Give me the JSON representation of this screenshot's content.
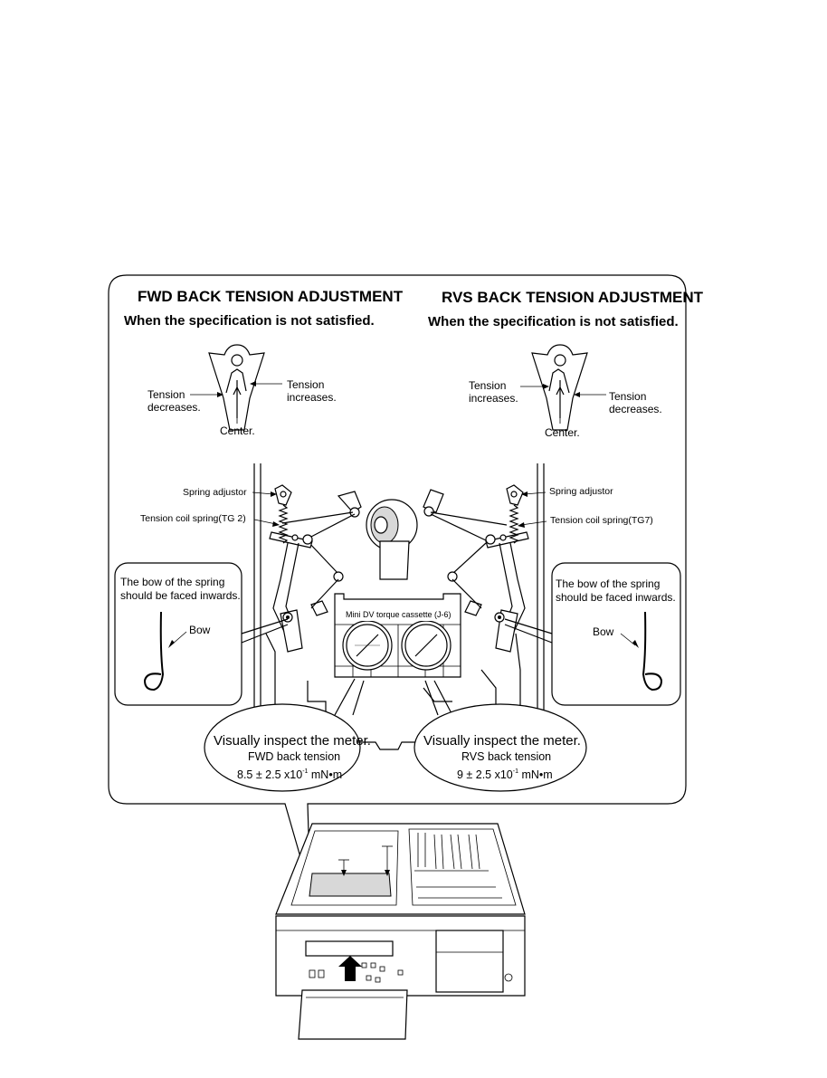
{
  "fwd": {
    "title": "FWD BACK TENSION ADJUSTMENT",
    "subtitle": "When the specification is not satisfied.",
    "label_decreases": "Tension\ndecreases.",
    "label_increases": "Tension\nincreases.",
    "label_center": "Center.",
    "spring_adjustor": "Spring adjustor",
    "coil_spring": "Tension coil spring(TG 2)",
    "bow_note": "The bow of the spring\nshould be faced inwards.",
    "bow_label": "Bow",
    "meter_heading": "Visually inspect the meter.",
    "meter_name": "FWD back tension",
    "meter_spec": "8.5 ± 2.5 x10",
    "meter_exp": "-1",
    "meter_unit": " mN•m"
  },
  "rvs": {
    "title": "RVS BACK TENSION ADJUSTMENT",
    "subtitle": "When the specification is not satisfied.",
    "label_increases": "Tension\nincreases.",
    "label_decreases": "Tension\ndecreases.",
    "label_center": "Center.",
    "spring_adjustor": "Spring adjustor",
    "coil_spring": "Tension coil spring(TG7)",
    "bow_note": "The bow of the spring\nshould be faced inwards.",
    "bow_label": "Bow",
    "meter_heading": "Visually inspect the meter.",
    "meter_name": "RVS back tension",
    "meter_spec": "9 ± 2.5 x10",
    "meter_exp": "-1",
    "meter_unit": " mN•m"
  },
  "cassette": {
    "label": "Mini DV torque cassette (J-6)"
  }
}
